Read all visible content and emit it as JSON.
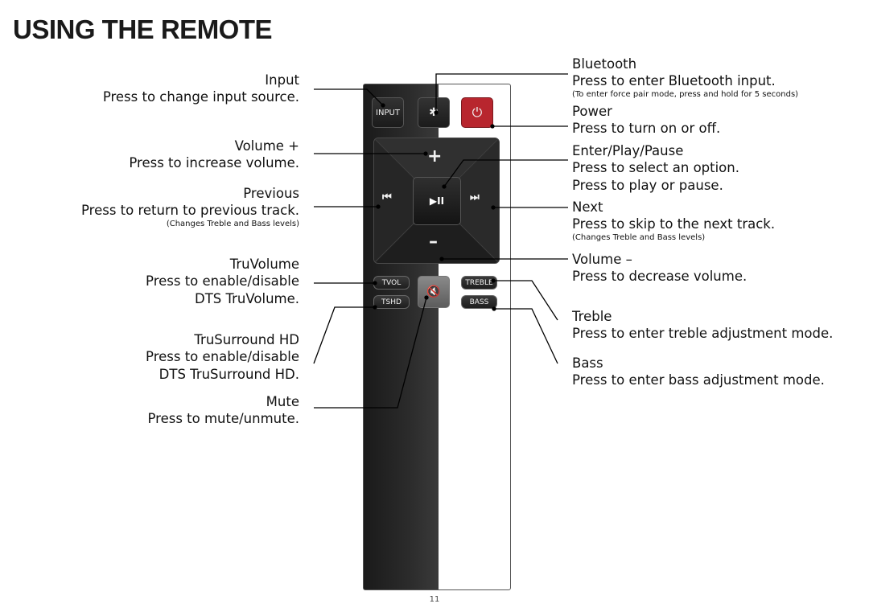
{
  "page_title": "USING THE REMOTE",
  "page_number": "11",
  "left": [
    {
      "heading": "Input",
      "body": "Press to change input source."
    },
    {
      "heading": "Volume +",
      "body": "Press to increase volume."
    },
    {
      "heading": "Previous",
      "body": "Press to return to previous track.",
      "note": "(Changes Treble and Bass levels)"
    },
    {
      "heading": "TruVolume",
      "body1": "Press to enable/disable",
      "body2": "DTS TruVolume."
    },
    {
      "heading": "TruSurround HD",
      "body1": "Press to enable/disable",
      "body2": "DTS TruSurround HD."
    },
    {
      "heading": "Mute",
      "body": "Press to mute/unmute."
    }
  ],
  "right": [
    {
      "heading": "Bluetooth",
      "body": "Press to enter Bluetooth input.",
      "note": "(To enter force pair mode, press and hold for 5 seconds)"
    },
    {
      "heading": "Power",
      "body": "Press to turn on or off."
    },
    {
      "heading": "Enter/Play/Pause",
      "body1": "Press to select an option.",
      "body2": "Press to play or pause."
    },
    {
      "heading": "Next",
      "body": "Press to skip to the next track.",
      "note": "(Changes Treble and Bass levels)"
    },
    {
      "heading": "Volume –",
      "body": "Press to decrease volume."
    },
    {
      "heading": "Treble",
      "body": "Press to enter treble adjustment mode."
    },
    {
      "heading": "Bass",
      "body": "Press to enter bass adjustment mode."
    }
  ],
  "remote": {
    "input_label": "INPUT",
    "bluetooth_glyph": "✱",
    "power_glyph": "⏻",
    "plus_glyph": "+",
    "minus_glyph": "–",
    "prev_glyph": "⏮",
    "next_glyph": "⏭",
    "playpause_glyph": "▶II",
    "tvol_label": "TVOL",
    "tshd_label": "TSHD",
    "treble_label": "TREBLE",
    "bass_label": "BASS",
    "mute_glyph": "🔇",
    "colors": {
      "power": "#b8262e",
      "body_dark": "#222222",
      "body_light": "#ffffff"
    }
  }
}
